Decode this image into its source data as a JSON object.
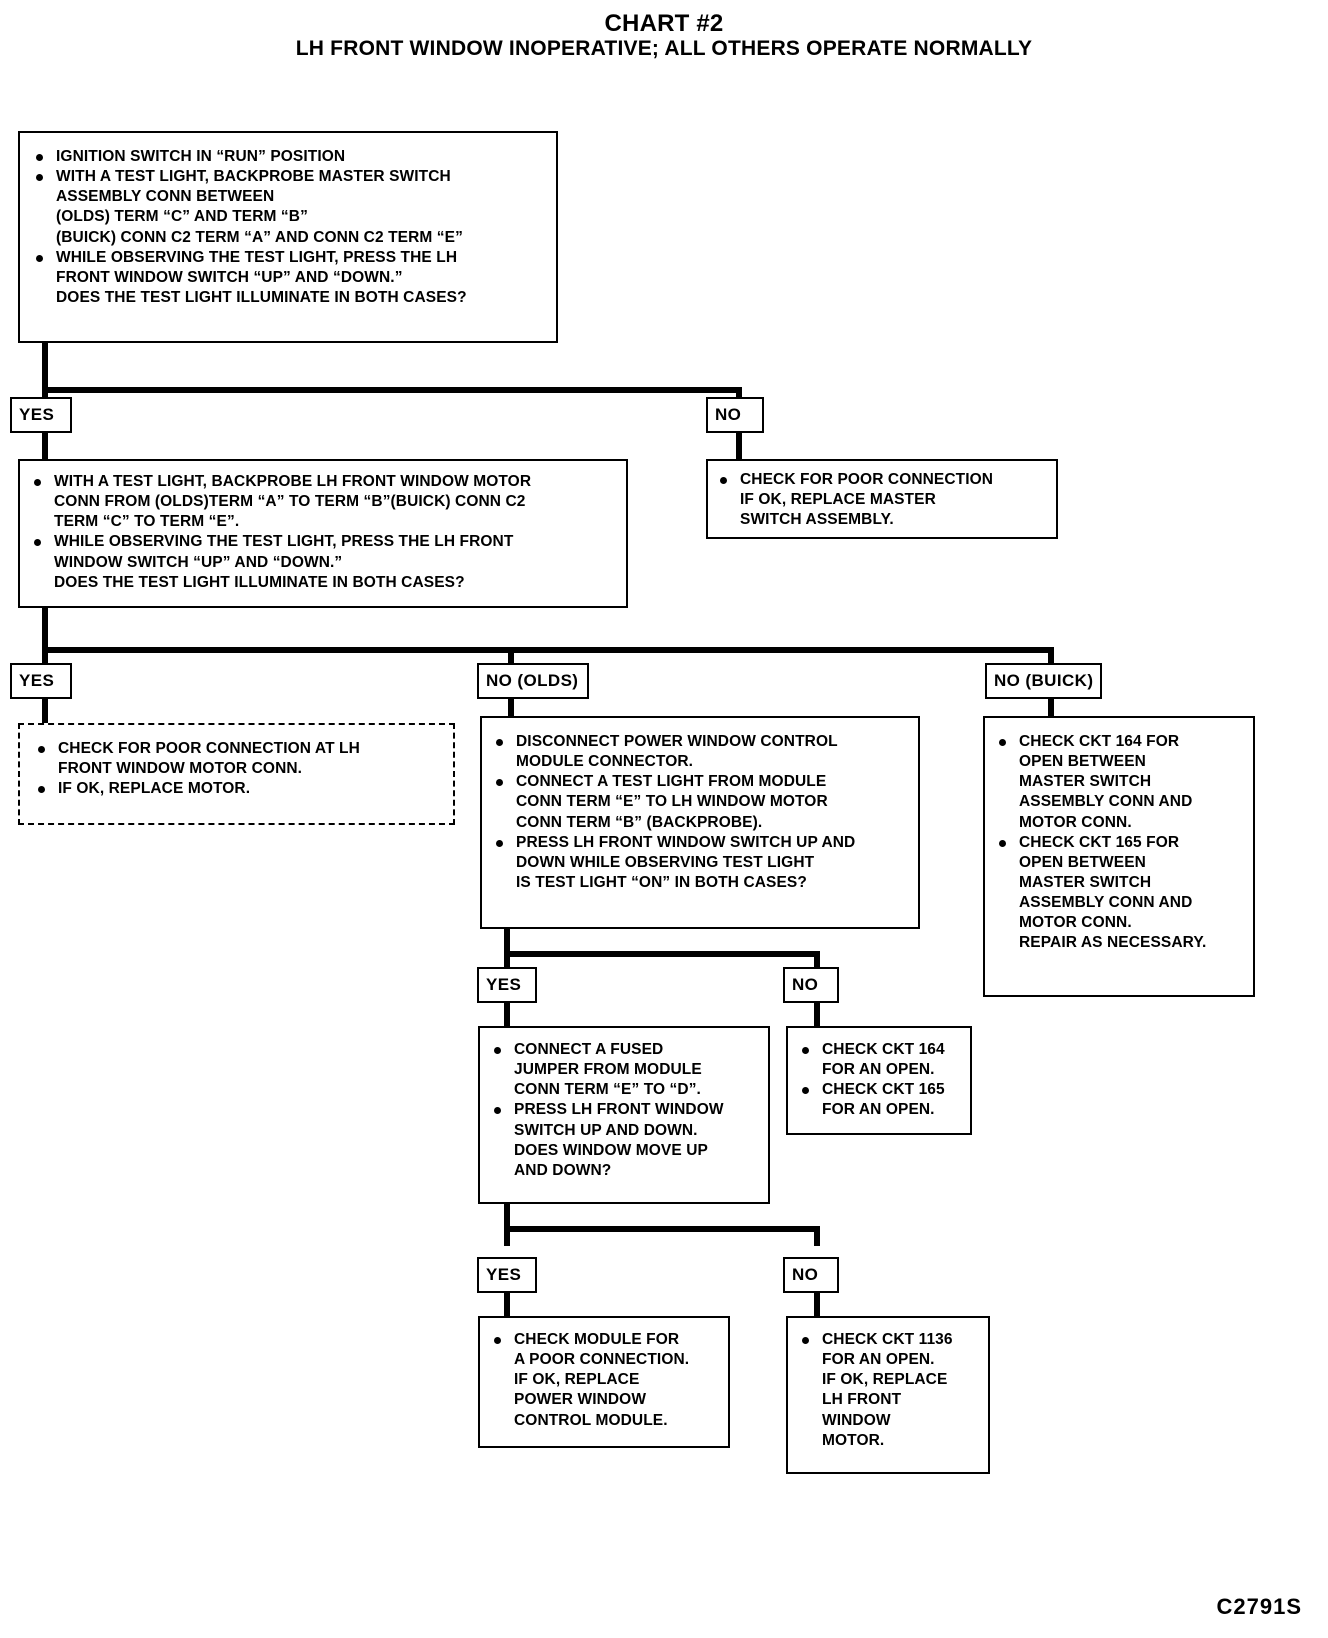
{
  "chart_title": "CHART #2",
  "chart_subtitle": "LH FRONT WINDOW INOPERATIVE; ALL OTHERS OPERATE NORMALLY",
  "footer_code": "C2791S",
  "labels": {
    "yes": "YES",
    "no": "NO",
    "no_olds": "NO (OLDS)",
    "no_buick": "NO (BUICK)"
  },
  "boxes": {
    "step1": {
      "name": "initial-test-master-switch",
      "bullets": [
        [
          "IGNITION SWITCH IN “RUN” POSITION"
        ],
        [
          "WITH A TEST LIGHT, BACKPROBE MASTER SWITCH",
          "ASSEMBLY CONN BETWEEN",
          "(OLDS) TERM “C” AND TERM “B”",
          "(BUICK) CONN C2 TERM “A” AND CONN C2 TERM “E”"
        ],
        [
          "WHILE OBSERVING THE TEST LIGHT, PRESS THE LH",
          "FRONT WINDOW SWITCH “UP” AND “DOWN.”",
          "DOES THE TEST LIGHT ILLUMINATE IN BOTH CASES?"
        ]
      ]
    },
    "step1_no": {
      "name": "check-poor-connection-master-switch",
      "bullets": [
        [
          "CHECK FOR POOR CONNECTION",
          "IF OK, REPLACE MASTER",
          "SWITCH ASSEMBLY."
        ]
      ]
    },
    "step2": {
      "name": "test-lh-front-window-motor-conn",
      "bullets": [
        [
          "WITH A TEST LIGHT, BACKPROBE LH FRONT WINDOW MOTOR",
          "CONN FROM (OLDS)TERM “A” TO TERM “B”(BUICK) CONN C2",
          "TERM “C” TO TERM “E”."
        ],
        [
          "WHILE OBSERVING THE TEST LIGHT, PRESS THE LH FRONT",
          "WINDOW SWITCH “UP” AND “DOWN.”",
          "DOES THE TEST LIGHT ILLUMINATE IN BOTH CASES?"
        ]
      ]
    },
    "step2_yes": {
      "name": "check-poor-connection-motor-conn",
      "bullets": [
        [
          "CHECK FOR POOR CONNECTION AT LH",
          "FRONT WINDOW MOTOR CONN."
        ],
        [
          "IF OK, REPLACE MOTOR."
        ]
      ]
    },
    "step2_no_olds": {
      "name": "disconnect-power-window-control-module",
      "bullets": [
        [
          "DISCONNECT POWER WINDOW CONTROL",
          "MODULE CONNECTOR."
        ],
        [
          "CONNECT A TEST LIGHT FROM MODULE",
          "CONN TERM “E” TO LH WINDOW MOTOR",
          "CONN TERM “B” (BACKPROBE)."
        ],
        [
          "PRESS LH FRONT WINDOW SWITCH UP AND",
          "DOWN WHILE OBSERVING TEST LIGHT",
          "IS TEST LIGHT “ON” IN BOTH CASES?"
        ]
      ]
    },
    "step2_no_buick": {
      "name": "check-ckt-164-165-buick",
      "bullets": [
        [
          "CHECK CKT 164 FOR",
          "OPEN BETWEEN",
          "MASTER SWITCH",
          "ASSEMBLY CONN AND",
          "MOTOR CONN."
        ],
        [
          "CHECK CKT 165 FOR",
          "OPEN BETWEEN",
          "MASTER SWITCH",
          "ASSEMBLY CONN AND",
          "MOTOR CONN.",
          "REPAIR AS NECESSARY."
        ]
      ]
    },
    "step3_yes": {
      "name": "connect-fused-jumper",
      "bullets": [
        [
          "CONNECT A FUSED",
          "JUMPER FROM MODULE",
          "CONN TERM “E” TO “D”."
        ],
        [
          "PRESS LH FRONT WINDOW",
          "SWITCH UP AND DOWN.",
          "DOES WINDOW MOVE UP",
          "AND DOWN?"
        ]
      ]
    },
    "step3_no": {
      "name": "check-ckt-164-165-open",
      "bullets": [
        [
          "CHECK CKT 164",
          "FOR AN OPEN."
        ],
        [
          "CHECK CKT 165",
          "FOR AN OPEN."
        ]
      ]
    },
    "step4_yes": {
      "name": "check-module-poor-connection",
      "bullets": [
        [
          "CHECK MODULE FOR",
          "A POOR CONNECTION.",
          "IF OK, REPLACE",
          "POWER WINDOW",
          "CONTROL MODULE."
        ]
      ]
    },
    "step4_no": {
      "name": "check-ckt-1136-open",
      "bullets": [
        [
          "CHECK CKT 1136",
          "FOR AN OPEN.",
          "IF OK, REPLACE",
          "LH FRONT",
          "WINDOW",
          "MOTOR."
        ]
      ]
    }
  }
}
